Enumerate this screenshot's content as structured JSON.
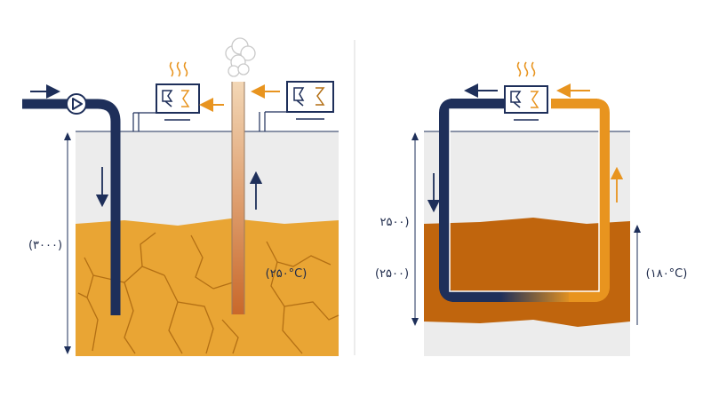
{
  "colors": {
    "navy": "#1e2f5a",
    "orange": "#e8941f",
    "rock": "#e9a534",
    "crack": "#b36f14",
    "hot_rock": "#c0650d",
    "sky": "#ececec",
    "divider": "#d8d8d8"
  },
  "icons": [
    "heat-waves-icon",
    "pump-icon",
    "heat-exchanger-icon",
    "steam-cloud-icon",
    "flow-arrow-icon"
  ],
  "left_panel": {
    "depth_label": "(۳۰۰۰)",
    "temp_label": "(۲۵۰°C)"
  },
  "right_panel": {
    "depth_label_top": "۲۵۰۰)",
    "depth_label_bottom": "(۲۵۰۰)",
    "temp_label": "(۱۸۰°C)"
  }
}
